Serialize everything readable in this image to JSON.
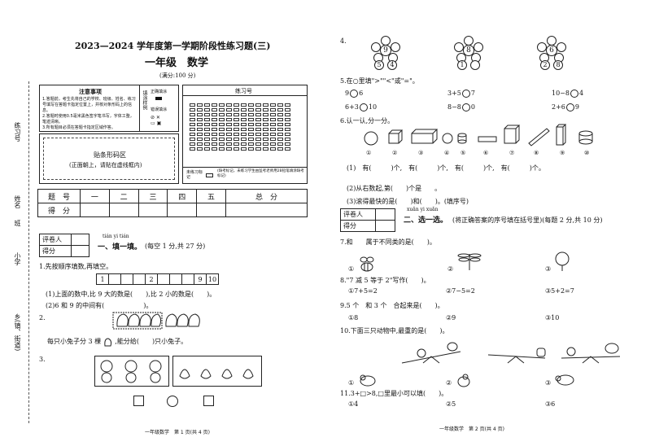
{
  "header": {
    "title": "2023—2024 学年度第一学期阶段性练习题(三)",
    "subject": "一年级　数学",
    "score_total": "(满分:100 分)"
  },
  "notice": {
    "title": "注意事项",
    "items": [
      "1.答题前，考生先将自己的学校、班级、姓名、练习号填写在答题卡指定位置上，并核对条形码上的信息。",
      "2.答题时使用0.5毫米黑色签字笔书写，字体工整，笔迹清晰。",
      "3.所有题目必须在答题卡指定区域作答。"
    ],
    "fill_label": "填涂样例",
    "correct": "正确填涂",
    "wrong": "错误填涂"
  },
  "sidebar": {
    "labels": [
      "练习号",
      "姓名",
      "班",
      "小学",
      "乡(镇、街道)"
    ]
  },
  "barcode": {
    "title": "贴条形码区",
    "note": "(正面朝上，请贴在虚线框内)"
  },
  "exercise_no": {
    "title": "练习号",
    "absent_label": "未练习标记",
    "absent_note": "(缺考标记，未练习学生由监考老师用2B铅笔填涂缺考标记)"
  },
  "score_table": {
    "row1": [
      "题　号",
      "一",
      "二",
      "三",
      "四",
      "五",
      "总　分"
    ],
    "row2_label": "得　分"
  },
  "eval": {
    "reviewer": "评卷人",
    "score": "得分"
  },
  "section1": {
    "pinyin": "tián  yi  tián",
    "title": "一、填一填。",
    "note": "(每空 1 分,共 27 分)"
  },
  "q1": {
    "text": "1.先按顺序填数,再填空。",
    "seq": [
      "1",
      "",
      "",
      "",
      "2",
      "",
      "",
      "",
      "9",
      "10"
    ],
    "sub1": "(1)上面的数中,比 9 大的数是(　　),比 2 小的数是(　　)。",
    "sub2": "(2)6 和 9 的中间有(　　　　　　)。"
  },
  "q2": {
    "num": "2.",
    "text": "每只小兔子分 3 棵",
    "text2": ",能分给(　　)只小兔子。"
  },
  "q3": {
    "num": "3."
  },
  "right": {
    "q4": {
      "num": "4.",
      "flowers": [
        {
          "top": "9",
          "l": "5",
          "r": "4"
        },
        {
          "top": "8",
          "l": "1",
          "r": ""
        },
        {
          "top": "6",
          "l": "2",
          "r": "8"
        }
      ]
    },
    "q5": {
      "text": "5.在○里填\">\"\"<\"或\"=\"。",
      "items": [
        [
          "9",
          "6"
        ],
        [
          "3+5",
          "7"
        ],
        [
          "10−8",
          "4"
        ],
        [
          "6+3",
          "10"
        ],
        [
          "8−8",
          "0"
        ],
        [
          "2+6",
          "9"
        ]
      ]
    },
    "q6": {
      "text": "6.认一认,分一分。",
      "labels": [
        "①",
        "②",
        "③",
        "④",
        "⑤",
        "⑥",
        "⑦",
        "⑧",
        "⑨",
        "⑩"
      ],
      "sub1": "(1)　有(　　　)个,　有(　　　)个,　有(　　　)个,　有(　　　)个。",
      "sub2": "(2)从右数起,第(　　)个是　　。",
      "sub3": "(3)滚得最快的是(　　)和(　　)。(填序号)"
    },
    "section2": {
      "pinyin": "xuǎn  yi  xuǎn",
      "title": "二、选一选。",
      "note": "(将正确答案的序号填在括号里)(每题 2 分,共 10 分)"
    },
    "q7": {
      "text": "7.和　　属于不同类的是(　　)。",
      "opts": [
        "①",
        "②",
        "③"
      ]
    },
    "q8": {
      "text": "8.\"7 减 5 等于 2\"写作(　　)。",
      "opts": [
        "①7+5=2",
        "②7−5=2",
        "③5+2=7"
      ]
    },
    "q9": {
      "text": "9.5 个　和 3 个　合起来是(　　)。",
      "opts": [
        "①8",
        "②9",
        "③10"
      ]
    },
    "q10": {
      "text": "10.下面三只动物中,最重的是(　　)。",
      "opts": [
        "①",
        "②",
        "③"
      ]
    },
    "q11": {
      "text": "11.3+□>8,□里最小可以填(　　)。",
      "opts": [
        "①4",
        "②5",
        "③6"
      ]
    }
  },
  "footer": {
    "left": "一年级数学　第 1 页(共 4 页)",
    "right": "一年级数学　第 2 页(共 4 页)"
  }
}
